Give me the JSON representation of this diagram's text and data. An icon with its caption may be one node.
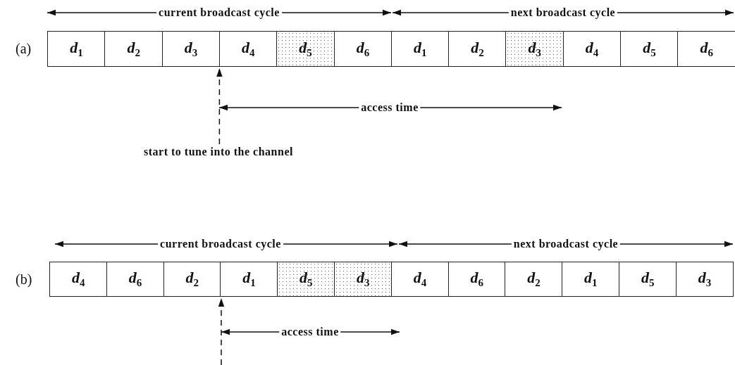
{
  "diagram": {
    "nodes": [
      {
        "text": [
          "*d*$_{1}$"
        ]
      },
      {
        "text": [
          "*d*$_{2}$"
        ]
      },
      {
        "text": [
          "*d*$_{3}$"
        ]
      },
      {
        "text": [
          "*d*$_{4}$"
        ]
      },
      {
        "text": [
          "*d*$_{5}$"
        ]
      },
      {
        "text": [
          "*d*$_{6}$"
        ]
      },
      {
        "text": [
          "*d*$_{1}$"
        ]
      },
      {
        "text": [
          "*d*$_{2}$"
        ]
      },
      {
        "text": [
          "*d*$_{3}$"
        ]
      },
      {
        "text": [
          "*d*$_{4}$"
        ]
      },
      {
        "text": [
          "*d*$_{5}$"
        ]
      },
      {
        "text": [
          "*d*$_{6}$"
        ]
      },
      {
        "text": [
          "start to tune into the channel"
        ]
      },
      {
        "text": [
          "*d*$_{4}$"
        ]
      },
      {
        "text": [
          "*d*$_{6}$"
        ]
      },
      {
        "text": [
          "*d*$_{2}$"
        ]
      },
      {
        "text": [
          "*d*$_{1}$"
        ]
      },
      {
        "text": [
          "*d*$_{5}$"
        ]
      },
      {
        "text": [
          "*d*$_{3}$"
        ]
      },
      {
        "text": [
          "*d*$_{4}$"
        ]
      },
      {
        "text": [
          "*d*$_{6}$"
        ]
      },
      {
        "text": [
          "*d*$_{2}$"
        ]
      },
      {
        "text": [
          "*d*$_{1}$"
        ]
      },
      {
        "text": [
          "*d*$_{5}$"
        ]
      },
      {
        "text": [
          "*d*$_{3}$"
        ]
      }
    ],
    "edges": [
      {
        "from": 12,
        "to": 2,
        "arrow": "to",
        "style": "dashed"
      }
    ],
    "labels": [
      "current broadcast cycle",
      "next broadcast cycle",
      "(a)",
      "access time",
      "current broadcast cycle",
      "next broadcast cycle",
      "(b)",
      "access time"
    ]
  }
}
